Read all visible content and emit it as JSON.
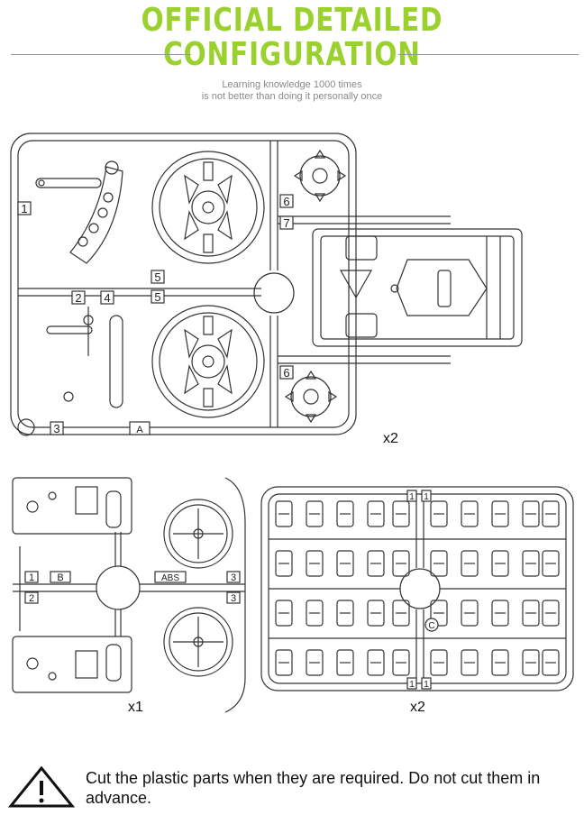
{
  "header": {
    "title_line1": "OFFICIAL DETAILED",
    "title_line2": "CONFIGURATION",
    "subtitle_line1": "Learning knowledge 1000 times",
    "subtitle_line2": "is not better than doing it personally once"
  },
  "sprue_a": {
    "labels": [
      "1",
      "2",
      "4",
      "5",
      "5",
      "3",
      "A",
      "6",
      "7",
      "6"
    ],
    "multiplier": "x2"
  },
  "sprue_b": {
    "labels": [
      "1",
      "B",
      "2",
      "ABS",
      "3",
      "3"
    ],
    "multiplier": "x1"
  },
  "sprue_c": {
    "labels": [
      "1",
      "1",
      "C",
      "1",
      "1"
    ],
    "multiplier": "x2"
  },
  "warning": {
    "icon": "warning-triangle-icon",
    "text": "Cut the plastic parts when they are required. Do not cut them in advance."
  }
}
